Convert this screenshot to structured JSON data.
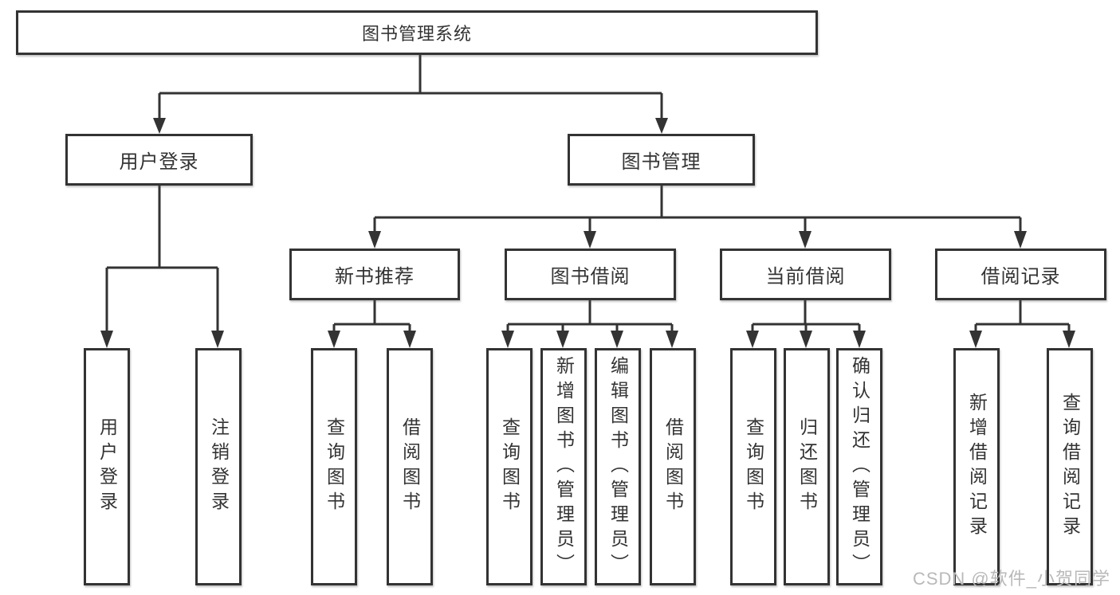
{
  "title": "图书管理系统",
  "watermark": "CSDN @软件_小贺同学",
  "colors": {
    "line": "#333333",
    "text": "#333333",
    "box_background": "#ffffff",
    "watermark": "#b9b9b9"
  },
  "nodes": {
    "root": {
      "label": "图书管理系统"
    },
    "user_login": {
      "label": "用户登录"
    },
    "book_management": {
      "label": "图书管理"
    },
    "new_book_recommend": {
      "label": "新书推荐"
    },
    "book_borrow": {
      "label": "图书借阅"
    },
    "current_borrow": {
      "label": "当前借阅"
    },
    "borrow_record": {
      "label": "借阅记录"
    },
    "leaves": {
      "user_login_children": [
        "用户登录",
        "注销登录"
      ],
      "new_book_children": [
        "查询图书",
        "借阅图书"
      ],
      "book_borrow_children": [
        "查询图书",
        "新增图书（管理员）",
        "编辑图书（管理员）",
        "借阅图书"
      ],
      "current_borrow_children": [
        "查询图书",
        "归还图书",
        "确认归还（管理员）"
      ],
      "borrow_record_children": [
        "新增借阅记录",
        "查询借阅记录"
      ]
    }
  }
}
